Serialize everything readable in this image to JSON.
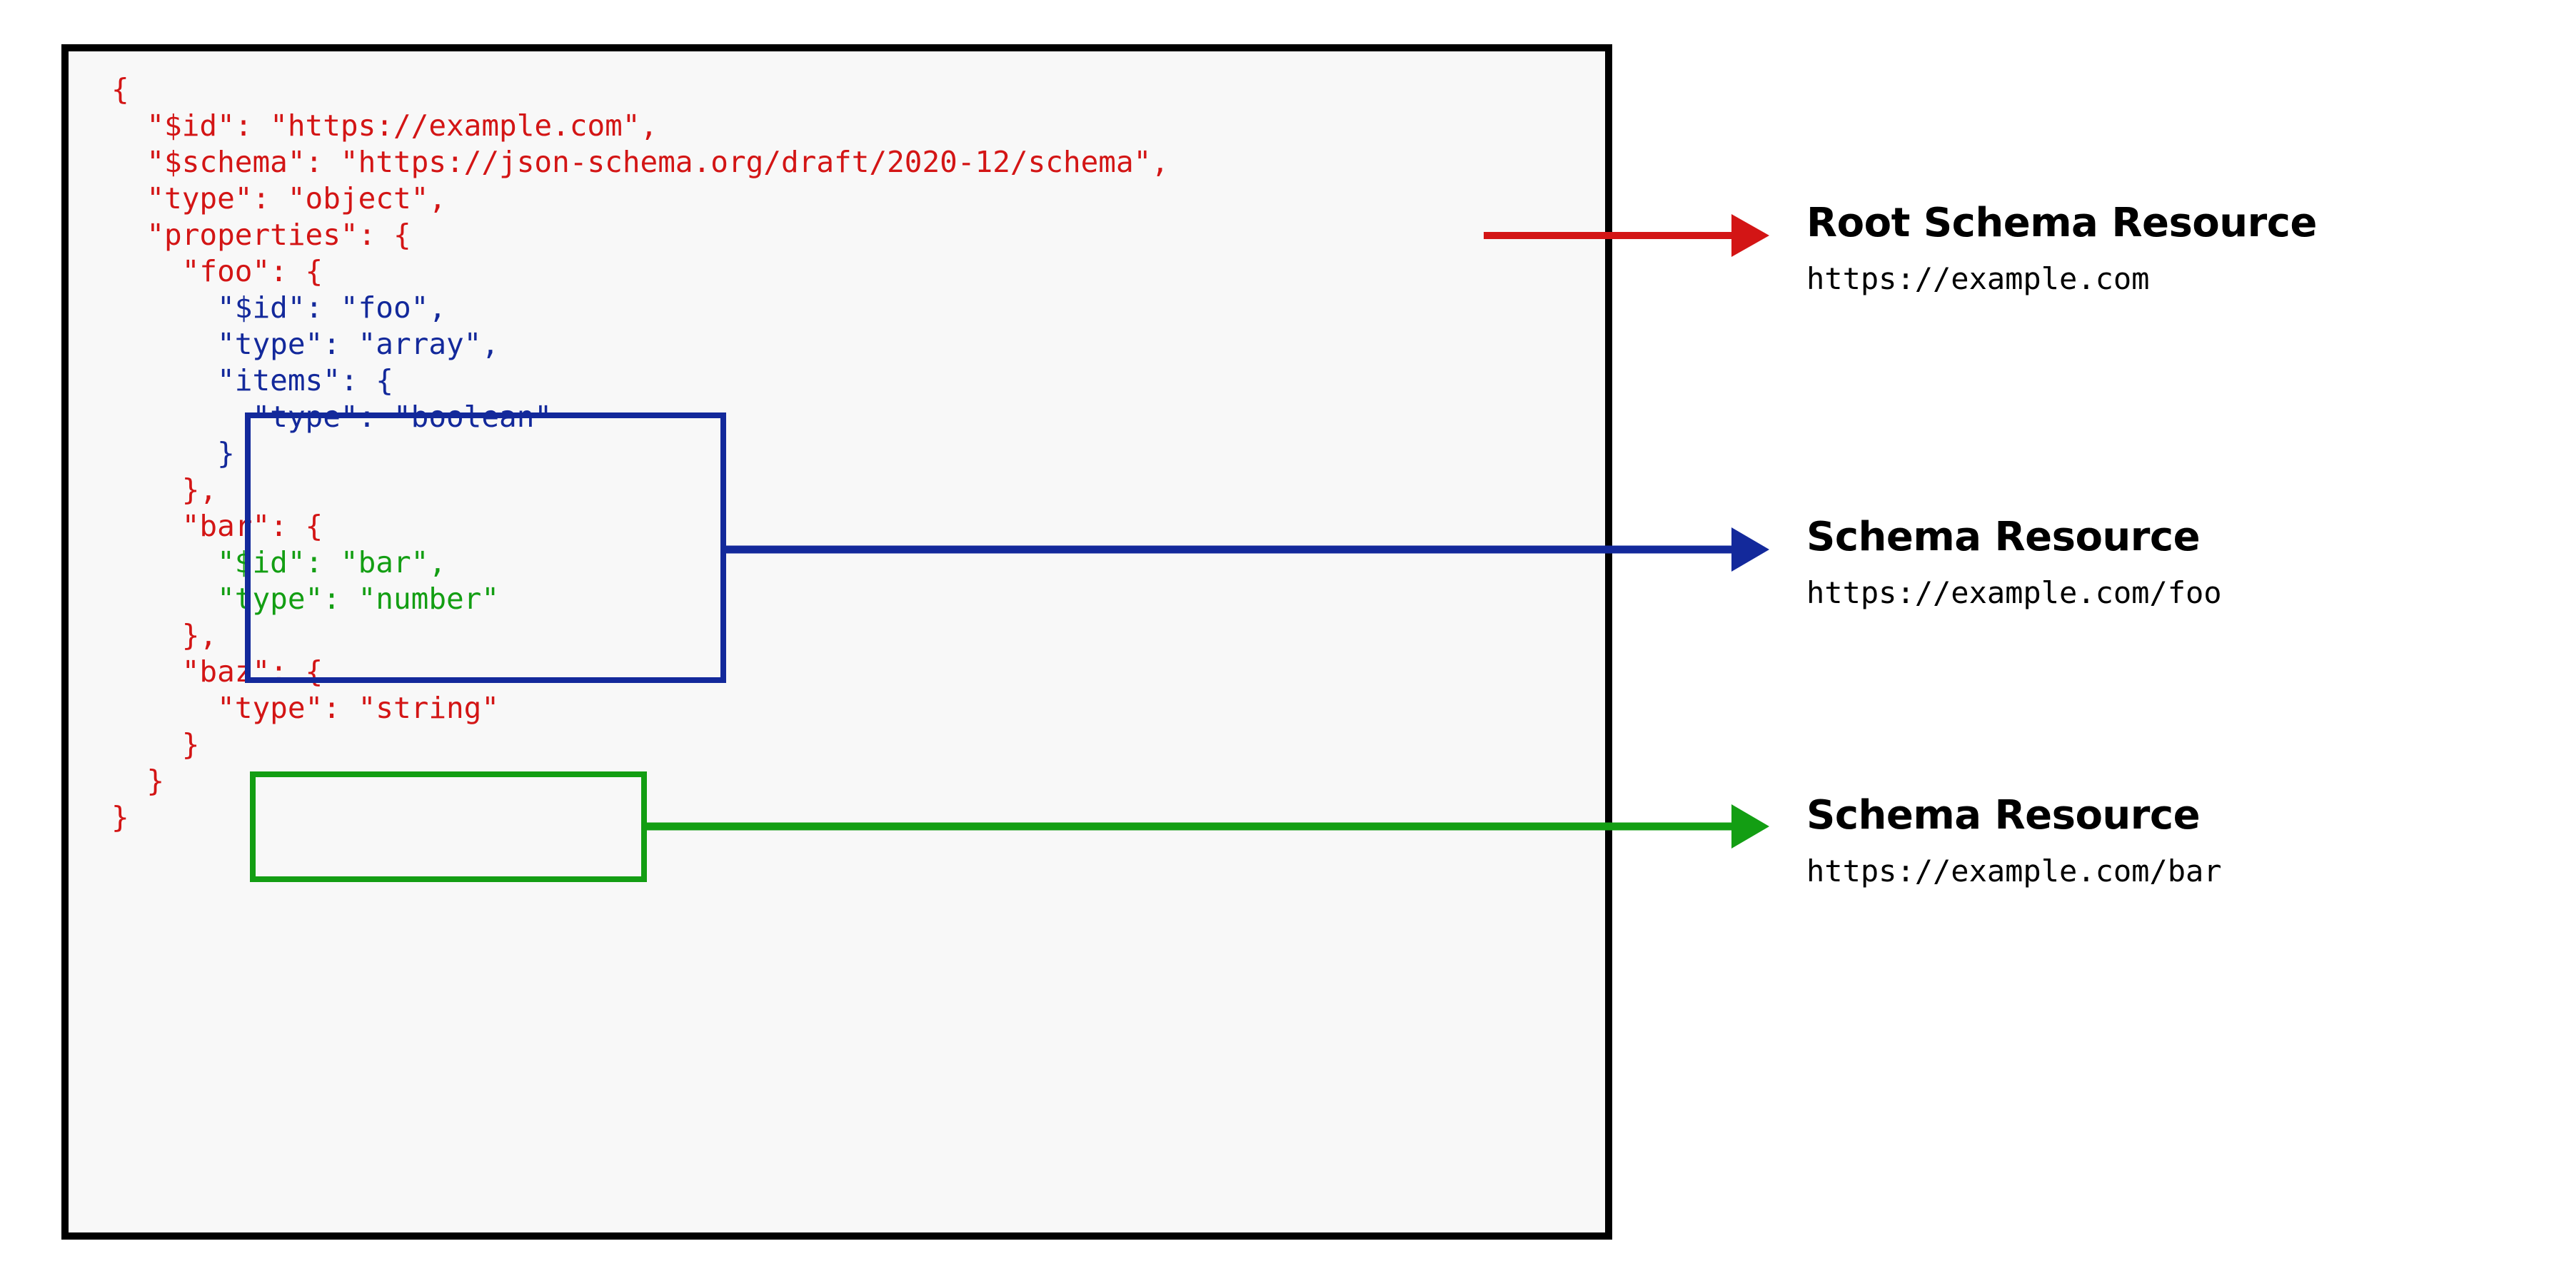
{
  "diagram": {
    "type": "annotated-code-diagram",
    "title_implied": "JSON Schema resource identification",
    "background_color": "#ffffff",
    "code_panel": {
      "background_color": "#f8f8f8",
      "border_color": "#000000",
      "code_color": "#d31515",
      "code_text": "{\n  \"$id\": \"https://example.com\",\n  \"$schema\": \"https://json-schema.org/draft/2020-12/schema\",\n  \"type\": \"object\",\n  \"properties\": {\n    \"foo\": {\n      \"$id\": \"foo\",\n      \"type\": \"array\",\n      \"items\": {\n        \"type\": \"boolean\"\n      }\n    },\n    \"bar\": {\n      \"$id\": \"bar\",\n      \"type\": \"number\"\n    },\n    \"baz\": {\n      \"type\": \"string\"\n    }\n  }\n}",
      "lines": [
        {
          "text": "{",
          "color": "red"
        },
        {
          "text": "  \"$id\": \"https://example.com\",",
          "color": "red"
        },
        {
          "text": "  \"$schema\": \"https://json-schema.org/draft/2020-12/schema\",",
          "color": "red"
        },
        {
          "text": "  \"type\": \"object\",",
          "color": "red"
        },
        {
          "text": "  \"properties\": {",
          "color": "red"
        },
        {
          "text": "    \"foo\": {",
          "color": "red"
        },
        {
          "text": "      \"$id\": \"foo\",",
          "color": "blue"
        },
        {
          "text": "      \"type\": \"array\",",
          "color": "blue"
        },
        {
          "text": "      \"items\": {",
          "color": "blue"
        },
        {
          "text": "        \"type\": \"boolean\"",
          "color": "blue"
        },
        {
          "text": "      }",
          "color": "blue"
        },
        {
          "text": "    },",
          "color": "red"
        },
        {
          "text": "    \"bar\": {",
          "color": "red"
        },
        {
          "text": "      \"$id\": \"bar\",",
          "color": "green"
        },
        {
          "text": "      \"type\": \"number\"",
          "color": "green"
        },
        {
          "text": "    },",
          "color": "red"
        },
        {
          "text": "    \"baz\": {",
          "color": "red"
        },
        {
          "text": "      \"type\": \"string\"",
          "color": "red"
        },
        {
          "text": "    }",
          "color": "red"
        },
        {
          "text": "  }",
          "color": "red"
        },
        {
          "text": "}",
          "color": "red"
        }
      ]
    },
    "highlight_boxes": [
      {
        "name": "foo-subschema",
        "color": "#13299b"
      },
      {
        "name": "bar-subschema",
        "color": "#139e13"
      }
    ],
    "annotations": [
      {
        "id": "root",
        "title": "Root Schema Resource",
        "url": "https://example.com",
        "arrow_color": "#d31515"
      },
      {
        "id": "foo",
        "title": "Schema Resource",
        "url": "https://example.com/foo",
        "arrow_color": "#13299b"
      },
      {
        "id": "bar",
        "title": "Schema Resource",
        "url": "https://example.com/bar",
        "arrow_color": "#139e13"
      }
    ]
  }
}
